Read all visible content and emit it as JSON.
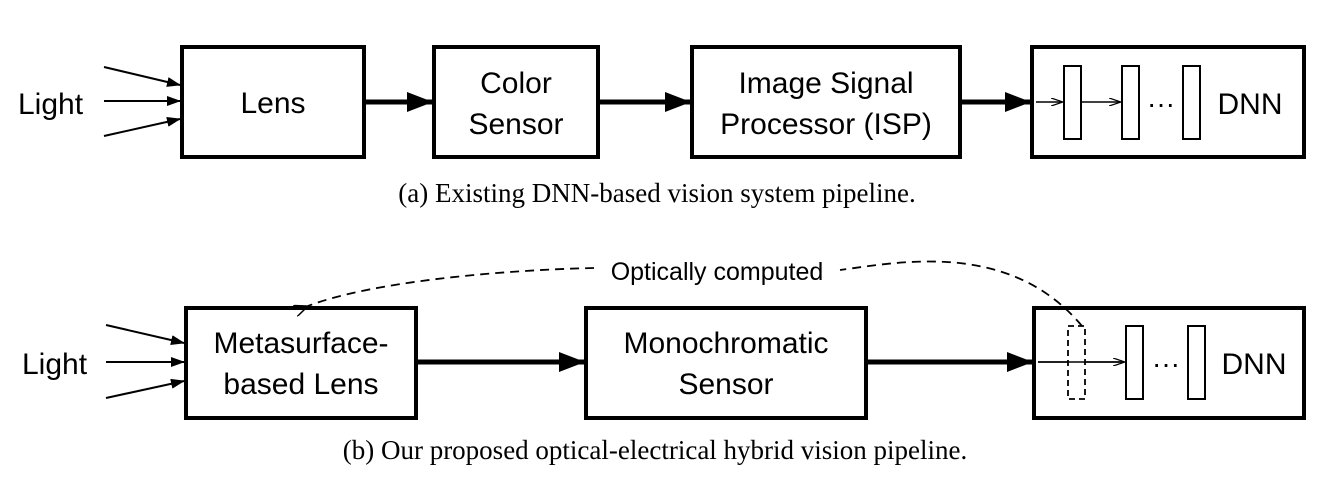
{
  "top": {
    "light": "Light",
    "lens": "Lens",
    "sensor_line1": "Color",
    "sensor_line2": "Sensor",
    "isp_line1": "Image Signal",
    "isp_line2": "Processor (ISP)",
    "dots": "···",
    "dnn": "DNN",
    "caption": "(a) Existing DNN-based vision system pipeline."
  },
  "bottom": {
    "light": "Light",
    "lens_line1": "Metasurface-",
    "lens_line2": "based Lens",
    "sensor_line1": "Monochromatic",
    "sensor_line2": "Sensor",
    "optically_computed": "Optically computed",
    "dots": "···",
    "dnn": "DNN",
    "caption": "(b) Our proposed optical-electrical hybrid vision pipeline."
  }
}
